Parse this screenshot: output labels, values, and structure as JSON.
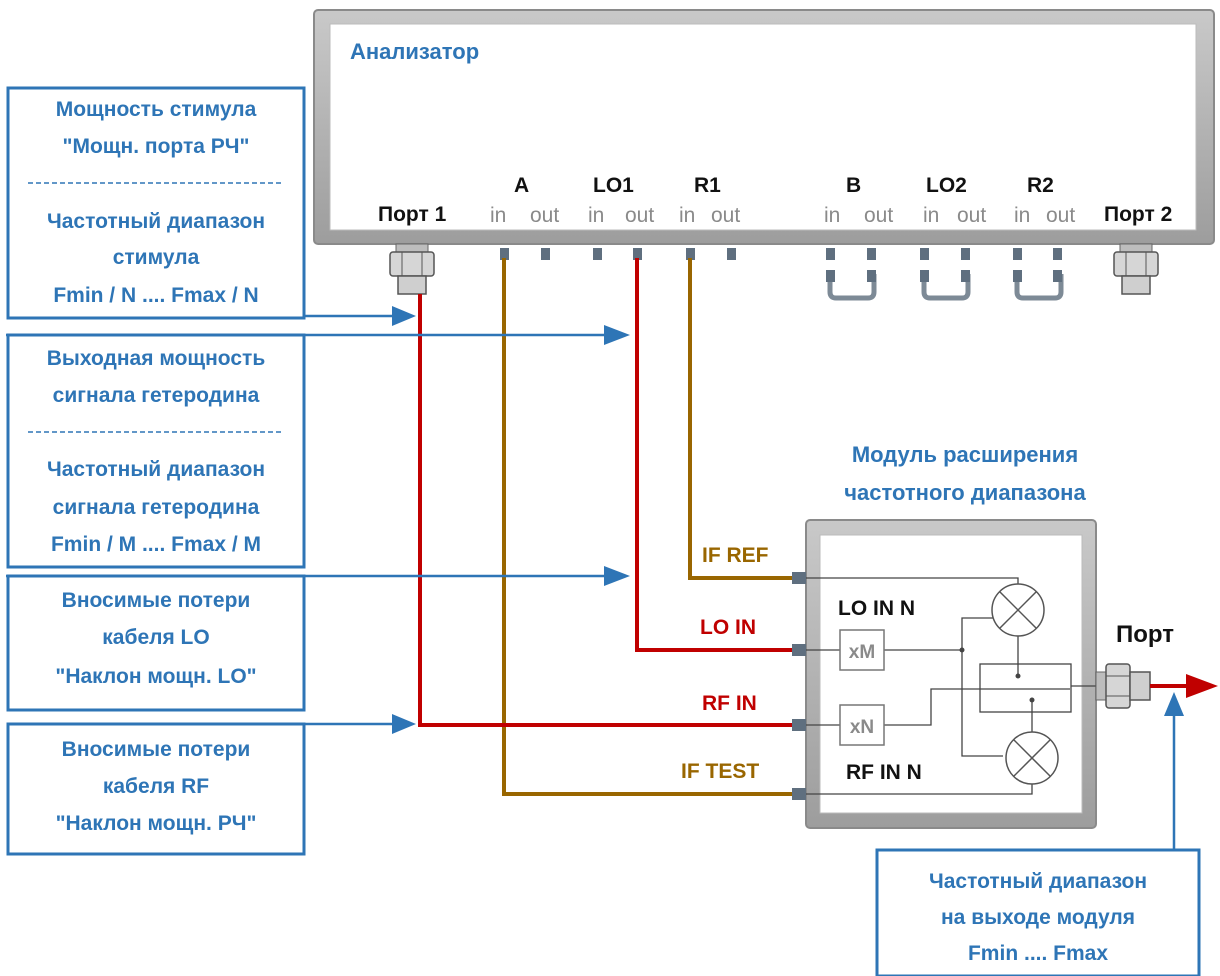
{
  "analyzer": {
    "title": "Анализатор",
    "port1": "Порт 1",
    "port2": "Порт 2",
    "groups": [
      {
        "name": "A",
        "in": "in",
        "out": "out"
      },
      {
        "name": "LO1",
        "in": "in",
        "out": "out"
      },
      {
        "name": "R1",
        "in": "in",
        "out": "out"
      },
      {
        "name": "B",
        "in": "in",
        "out": "out"
      },
      {
        "name": "LO2",
        "in": "in",
        "out": "out"
      },
      {
        "name": "R2",
        "in": "in",
        "out": "out"
      }
    ]
  },
  "module": {
    "title_line1": "Модуль расширения",
    "title_line2": "частотного диапазона",
    "lo_in_n": "LO IN  N",
    "rf_in_n": "RF IN  N",
    "mult_m": "xM",
    "mult_n": "xN",
    "port": "Порт"
  },
  "signals": {
    "if_ref": "IF REF",
    "lo_in": "LO IN",
    "rf_in": "RF IN",
    "if_test": "IF TEST"
  },
  "callouts": {
    "stimulus": {
      "line1": "Мощность стимула",
      "line2": "\"Мощн. порта РЧ\"",
      "line3": "Частотный диапазон",
      "line4": "стимула",
      "line5": "Fmin / N .... Fmax / N"
    },
    "lo": {
      "line1": "Выходная мощность",
      "line2": "сигнала гетеродина",
      "line3": "Частотный диапазон",
      "line4": "сигнала гетеродина",
      "line5": "Fmin / M .... Fmax / M"
    },
    "lo_loss": {
      "line1": "Вносимые потери",
      "line2": "кабеля LO",
      "line3": "\"Наклон мощн. LO\""
    },
    "rf_loss": {
      "line1": "Вносимые потери",
      "line2": "кабеля RF",
      "line3": "\"Наклон мощн. РЧ\""
    },
    "output": {
      "line1": "Частотный диапазон",
      "line2": "на  выходе модуля",
      "line3": "Fmin .... Fmax"
    }
  },
  "colors": {
    "rf_line": "#c00000",
    "if_line": "#996600",
    "callout": "#2e75b6"
  }
}
